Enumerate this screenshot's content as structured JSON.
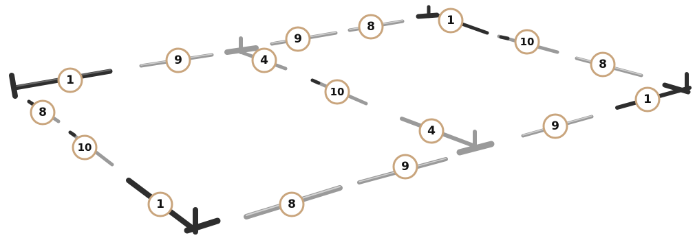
{
  "labels": {
    "front_left_corner": "1",
    "back_left_corner": "1",
    "back_right_corner": "1",
    "front_right_corner": "1",
    "left_upper_rail": "8",
    "left_lower_rail": "10",
    "back_left_rail": "9",
    "back_mid_left_rail": "9",
    "back_mid_right_rail": "8",
    "right_upper_rail": "10",
    "right_lower_rail": "8",
    "front_left_rail": "8",
    "front_mid_rail": "9",
    "front_right_rail": "9",
    "center_tee_back": "4",
    "center_tee_front": "4",
    "center_cross_rail": "10"
  }
}
